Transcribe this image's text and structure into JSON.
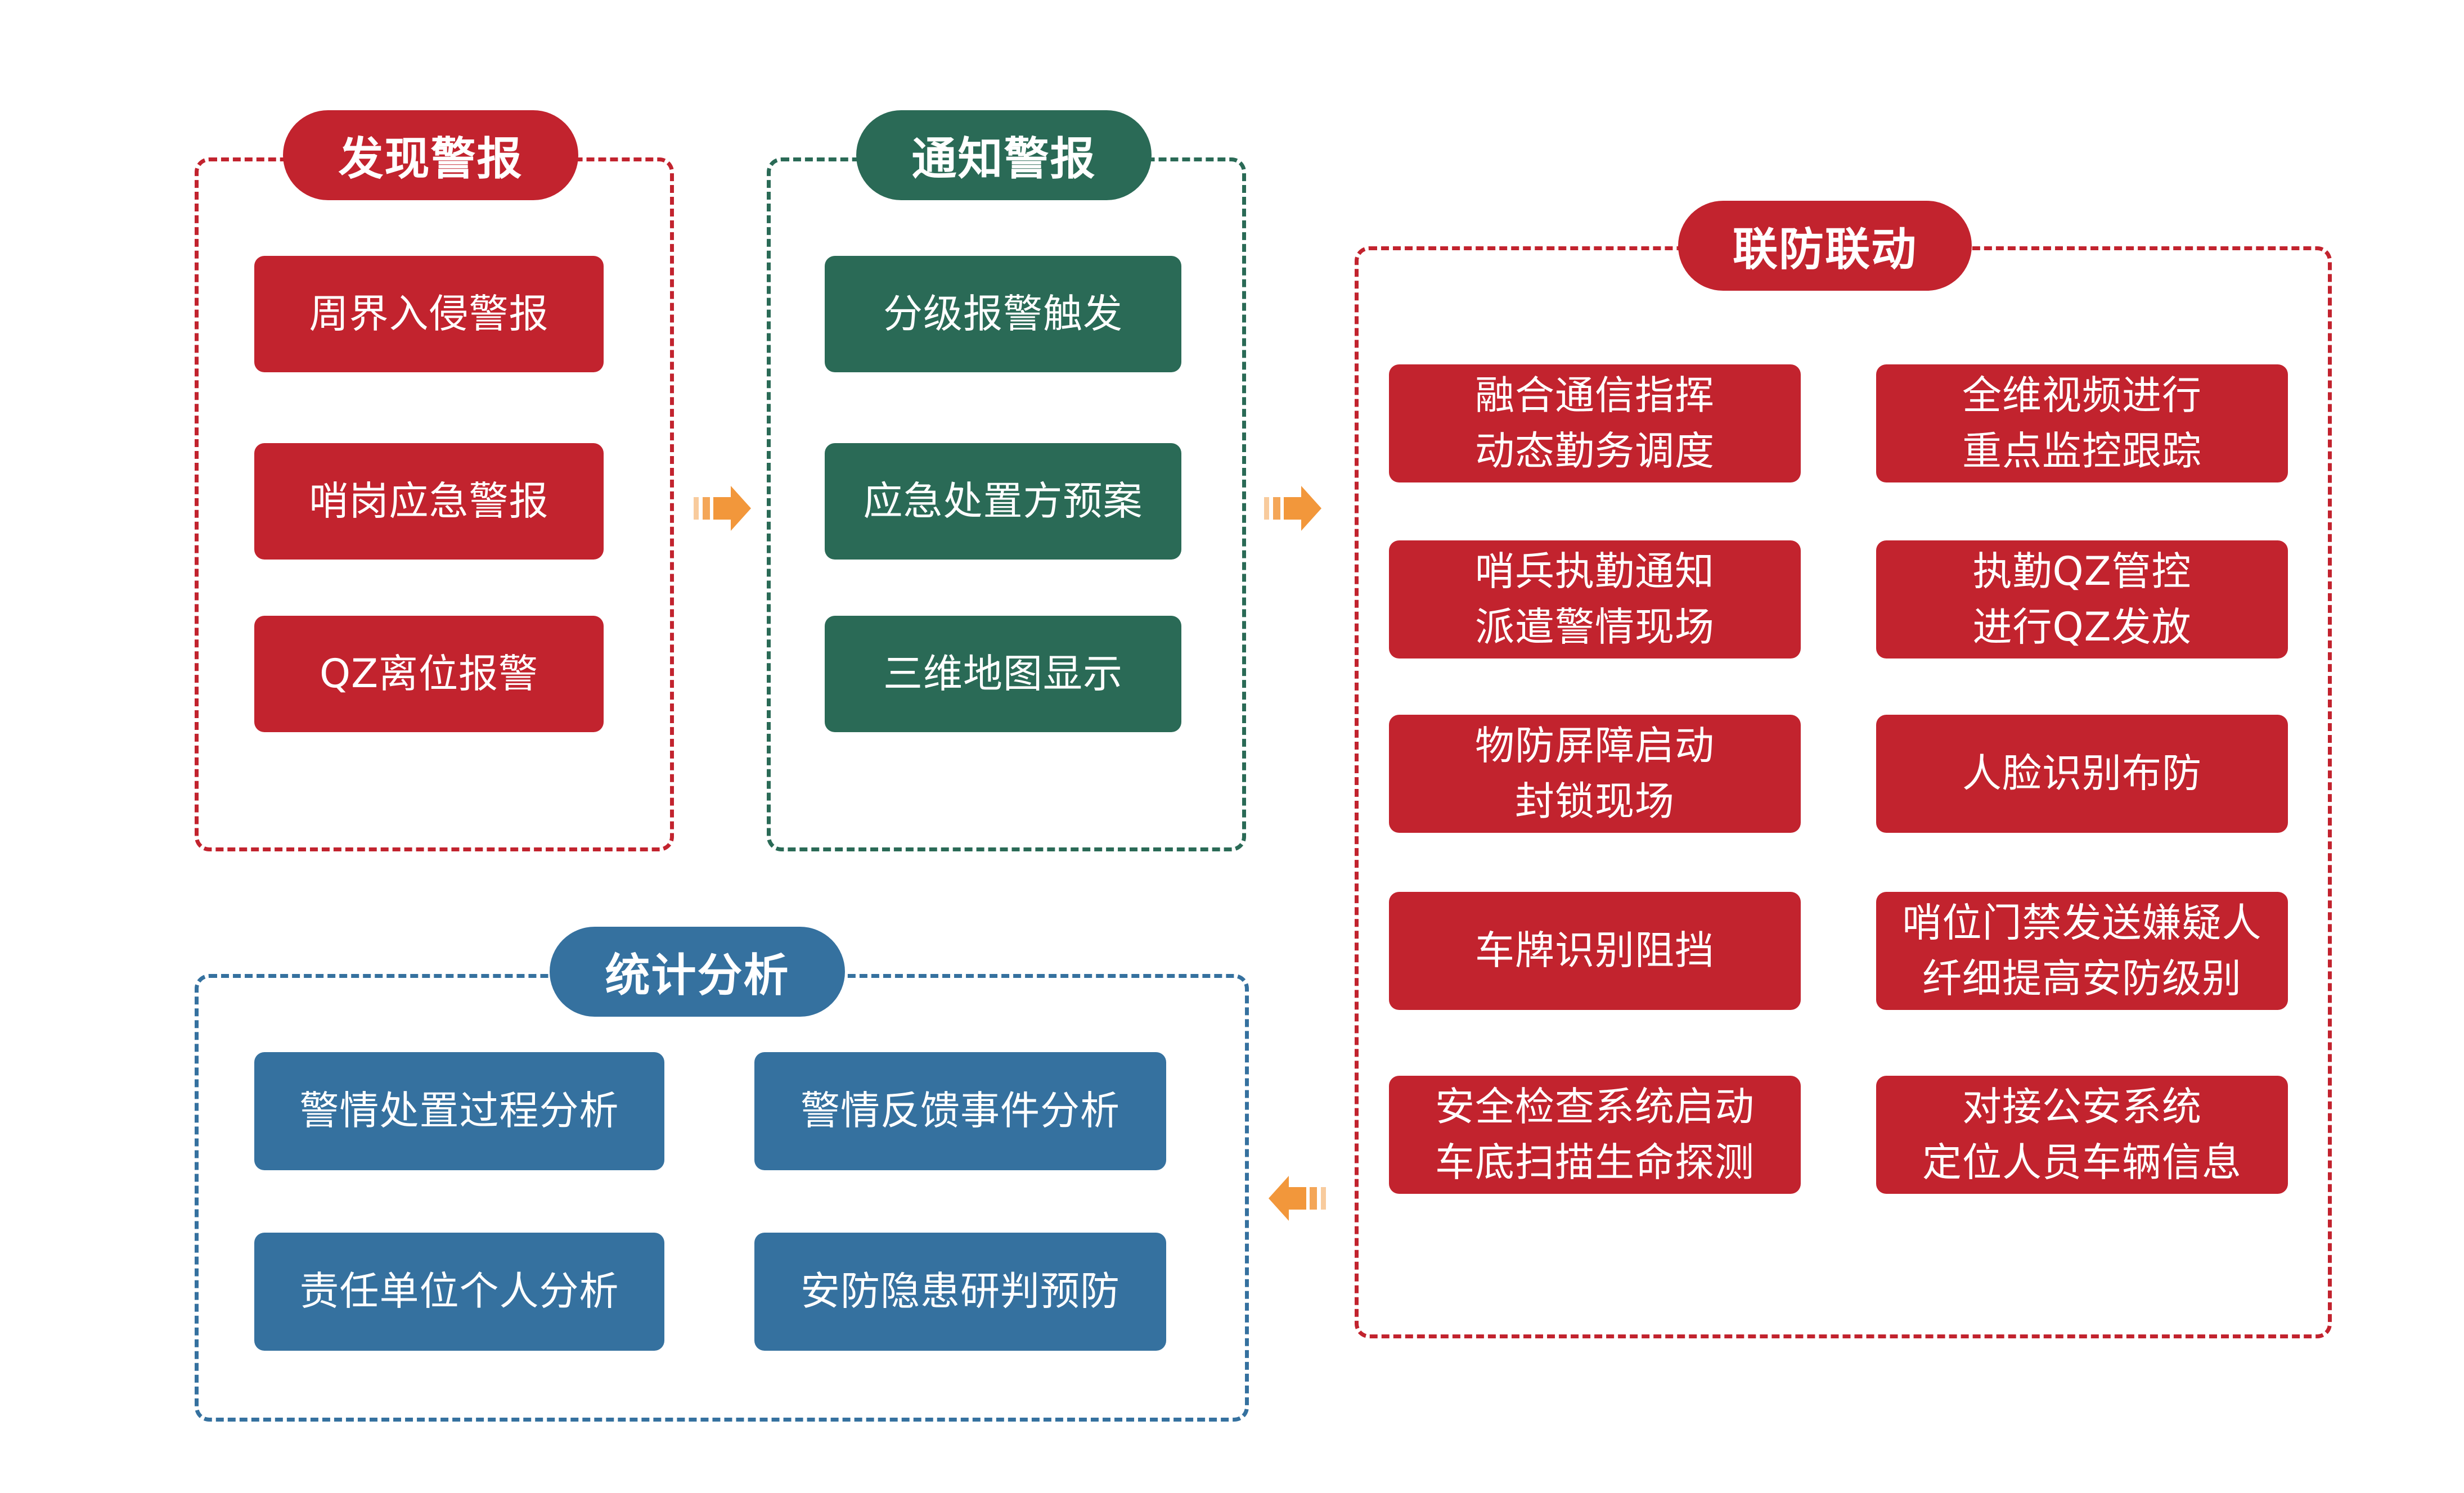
{
  "palette": {
    "red": "#C2232E",
    "green": "#2A6A56",
    "blue": "#35719F",
    "orange": "#F2973B",
    "background": "#FFFFFF"
  },
  "sections": {
    "discover": {
      "title": "发现警报",
      "items": [
        "周界入侵警报",
        "哨岗应急警报",
        "QZ离位报警"
      ]
    },
    "notify": {
      "title": "通知警报",
      "items": [
        "分级报警触发",
        "应急处置方预案",
        "三维地图显示"
      ]
    },
    "joint": {
      "title": "联防联动",
      "left": [
        "融合通信指挥\n动态勤务调度",
        "哨兵执勤通知\n派遣警情现场",
        "物防屏障启动\n封锁现场",
        "车牌识别阻挡",
        "安全检查系统启动\n车底扫描生命探测"
      ],
      "right": [
        "全维视频进行\n重点监控跟踪",
        "执勤QZ管控\n进行QZ发放",
        "人脸识别布防",
        "哨位门禁发送嫌疑人\n纤细提高安防级别",
        "对接公安系统\n定位人员车辆信息"
      ]
    },
    "stats": {
      "title": "统计分析",
      "left": [
        "警情处置过程分析",
        "责任单位个人分析"
      ],
      "right": [
        "警情反馈事件分析",
        "安防隐患研判预防"
      ]
    }
  },
  "arrows": [
    {
      "id": "discover-to-notify",
      "direction": "right"
    },
    {
      "id": "notify-to-joint",
      "direction": "right"
    },
    {
      "id": "joint-to-stats",
      "direction": "left"
    }
  ]
}
